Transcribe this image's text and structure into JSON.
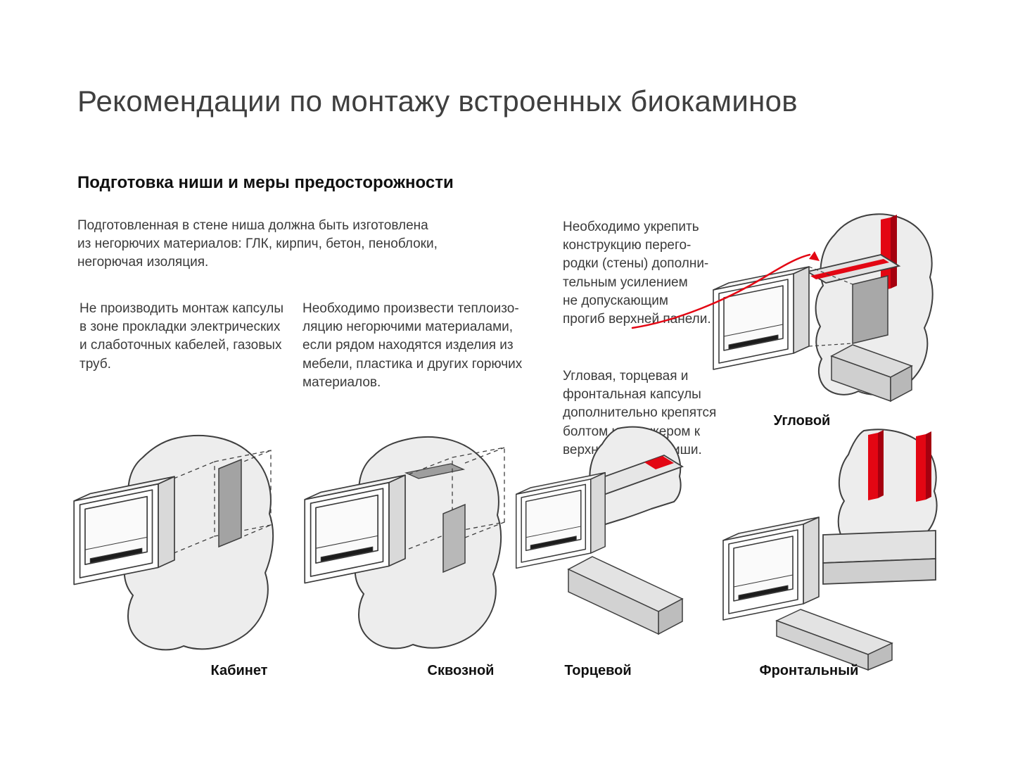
{
  "texts": {
    "title": "Рекомендации по монтажу встроенных биокаминов",
    "section_heading": "Подготовка ниши и меры предосторожности",
    "intro": "Подготовленная в стене ниша должна быть изготовлена\nиз негорючих материалов: ГЛК, кирпич, бетон, пеноблоки,\nнегорючая изоляция.",
    "warning_cables": "Не производить монтаж капсулы\nв зоне прокладки электрических\nи слаботочных кабелей, газовых\nтруб.",
    "warning_insulation": "Необходимо произвести теплоизо-\nляцию негорючими материалами,\nесли рядом находятся изделия из\nмебели, пластика и других горючих\nматериалов.",
    "note_reinforcement": "Необходимо укрепить\nконструкцию перего-\nродки (стены) дополни-\nтельным усилением\nне допускающим\nпрогиб верхней панели.",
    "note_fastening": "Угловая, торцевая и\nфронтальная капсулы\nдополнительно крепятся\nболтом или анкером к\nверхней панели ниши."
  },
  "diagrams": {
    "corner": {
      "label": "Угловой"
    },
    "cabinet": {
      "label": "Кабинет"
    },
    "through": {
      "label": "Сквозной"
    },
    "end_mount": {
      "label": "Торцевой"
    },
    "frontal": {
      "label": "Фронтальный"
    }
  },
  "colors": {
    "accent_red": "#e30613",
    "accent_red_dark": "#a5000f",
    "wall_gray": "#ededed",
    "outline": "#3f3f3f"
  }
}
